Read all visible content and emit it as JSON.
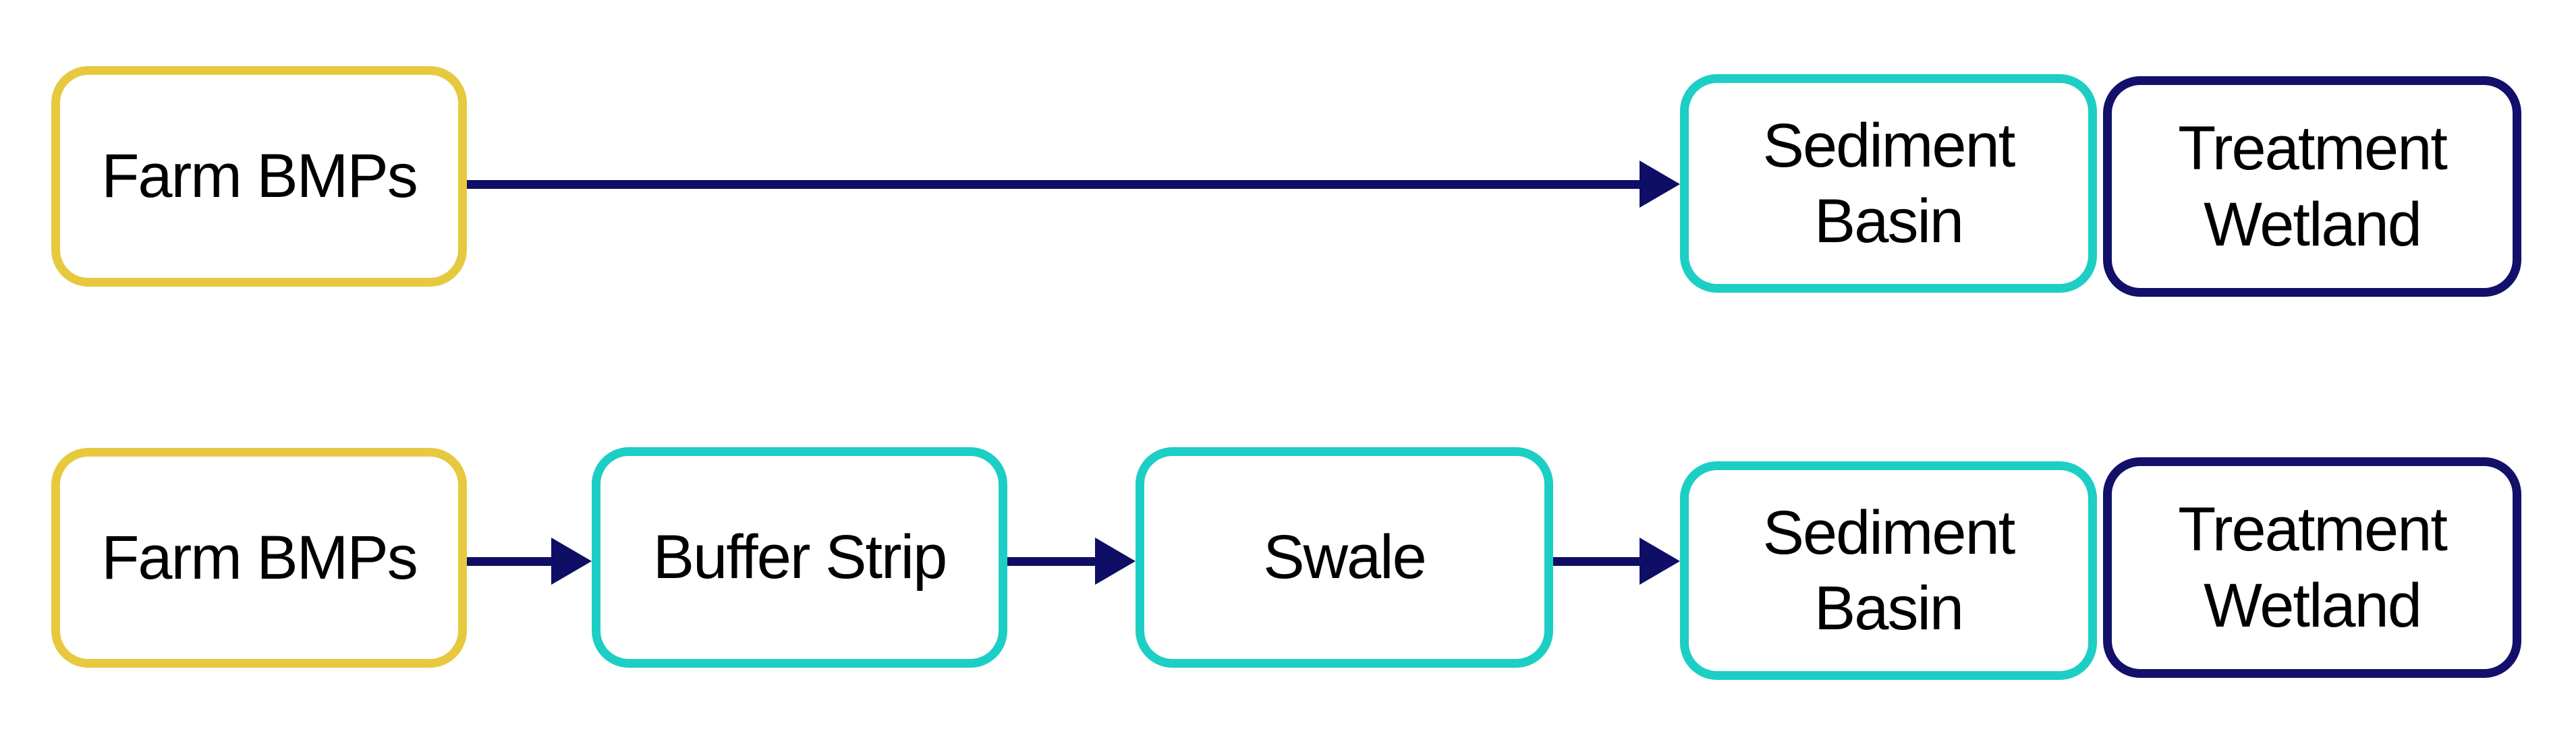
{
  "diagram": {
    "colors": {
      "background": "#ffffff",
      "text": "#000000",
      "arrow": "#0E0E66",
      "farm_bmp_border": "#E6C93F",
      "practice_border": "#1DCEC4",
      "treatment_wetland_border": "#12106A"
    },
    "rows": [
      {
        "nodes": [
          {
            "label": "Farm BMPs",
            "border_color": "#E6C93F"
          },
          {
            "label": "Sediment\nBasin",
            "border_color": "#1DCEC4"
          },
          {
            "label": "Treatment\nWetland",
            "border_color": "#12106A"
          }
        ]
      },
      {
        "nodes": [
          {
            "label": "Farm BMPs",
            "border_color": "#E6C93F"
          },
          {
            "label": "Buffer Strip",
            "border_color": "#1DCEC4"
          },
          {
            "label": "Swale",
            "border_color": "#1DCEC4"
          },
          {
            "label": "Sediment\nBasin",
            "border_color": "#1DCEC4"
          },
          {
            "label": "Treatment\nWetland",
            "border_color": "#12106A"
          }
        ]
      }
    ]
  }
}
